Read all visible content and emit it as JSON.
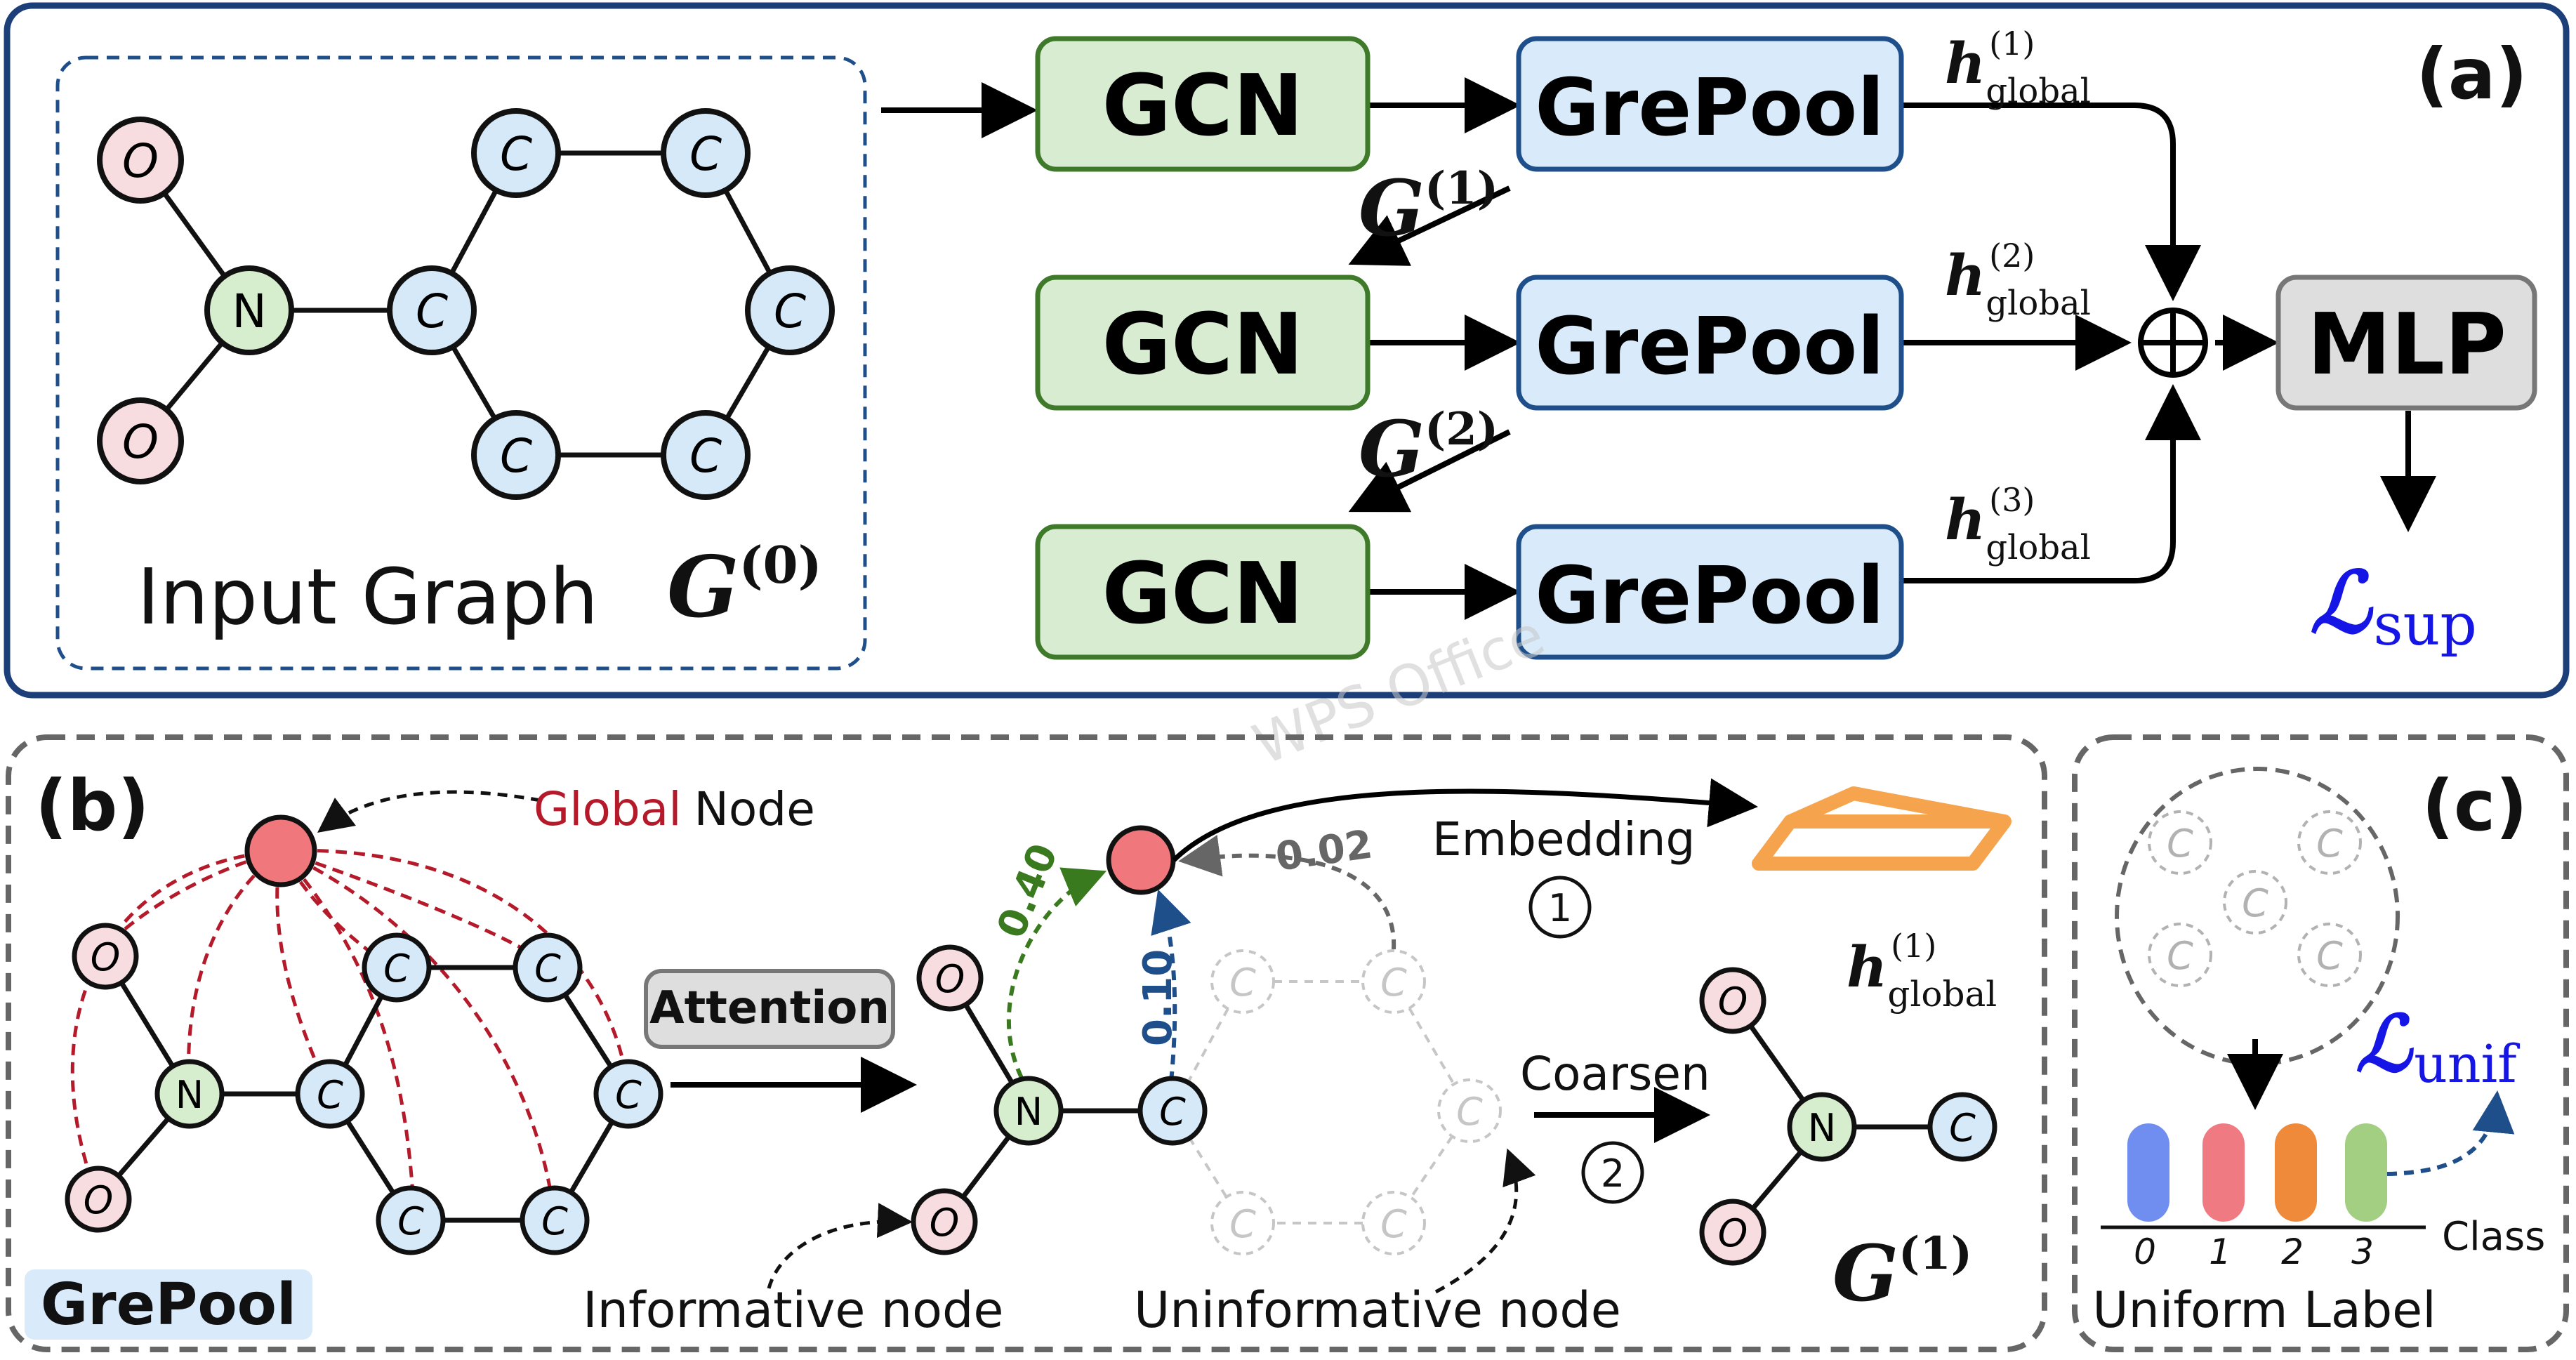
{
  "panel_a": {
    "label": "(a)",
    "input_graph_label": "Input Graph",
    "g0_symbol": "G",
    "g0_sup": "(0)",
    "gcn_label": "GCN",
    "grepool_label": "GrePool",
    "g1_symbol": "G",
    "g1_sup": "(1)",
    "g2_symbol": "G",
    "g2_sup": "(2)",
    "h_symbol": "h",
    "h_sub": "global",
    "h1_sup": "(1)",
    "h2_sup": "(2)",
    "h3_sup": "(3)",
    "sum_symbol": "⊕",
    "mlp_label": "MLP",
    "loss_symbol": "ℒ",
    "loss_sub": "sup",
    "node_c": "C",
    "node_n": "N",
    "node_o": "O"
  },
  "panel_b": {
    "label": "(b)",
    "global_word": "Global",
    "node_word": "Node",
    "attention_label": "Attention",
    "score_1": "0.40",
    "score_2": "0.10",
    "score_3": "0.02",
    "embedding_label": "Embedding",
    "step_1": "1",
    "coarsen_label": "Coarsen",
    "step_2": "2",
    "h_symbol": "h",
    "h_sup": "(1)",
    "h_sub": "global",
    "g1_symbol": "G",
    "g1_sup": "(1)",
    "informative_label": "Informative node",
    "uninformative_label": "Uninformative node",
    "grepool_tag": "GrePool"
  },
  "panel_c": {
    "label": "(c)",
    "class_axis_label": "Class",
    "class_ticks": [
      "0",
      "1",
      "2",
      "3"
    ],
    "loss_symbol": "ℒ",
    "loss_sub": "unif",
    "uniform_label": "Uniform Label",
    "bar_colors": [
      "#6f8ef0",
      "#f07a82",
      "#ef8a3a",
      "#a3cf82"
    ]
  },
  "watermark": "WPS Office",
  "colors": {
    "panel_a_border": "#1c3f7a",
    "gcn_fill": "#d8ecd2",
    "gcn_stroke": "#3e7a2a",
    "grepool_fill": "#d9ebfa",
    "grepool_stroke": "#1f4f8a",
    "mlp_fill": "#dedede",
    "mlp_stroke": "#777777",
    "carbon_fill": "#d6e9f8",
    "nitrogen_fill": "#d6edce",
    "oxygen_fill": "#f8dde0",
    "global_node": "#f0777b",
    "loss_blue": "#1515e6",
    "global_red": "#b51a2b",
    "score_green": "#3a7a1e",
    "score_blue": "#1f4f8a",
    "embedding_orange": "#f59a3a"
  }
}
